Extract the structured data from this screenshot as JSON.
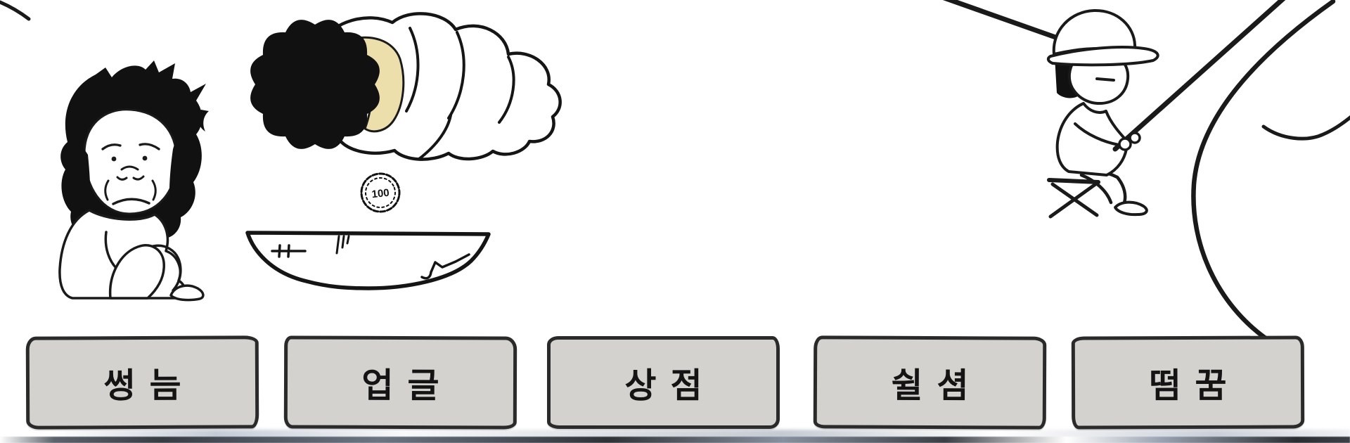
{
  "coin": {
    "label": "100"
  },
  "menu": {
    "buttons": [
      {
        "label": "썽늠"
      },
      {
        "label": "업글"
      },
      {
        "label": "상점"
      },
      {
        "label": "쉴셤"
      },
      {
        "label": "떰꿈"
      }
    ]
  },
  "illustrations": {
    "sleeping_person": "sleeping-person-wrapped-in-blanket-icon",
    "beggar": "sad-sitting-character-icon",
    "bowl": "begging-bowl-icon",
    "fisherman": "fisherman-on-folding-stool-icon",
    "coin": "coin-100-icon"
  },
  "colors": {
    "background": "#ffffff",
    "ink": "#1a1a1a",
    "button_fill": "#d3d2ce",
    "button_border": "#2a2a2a",
    "button_text": "#141414",
    "skin": "#ecdfab",
    "ground_dark": "#33373c",
    "ground_light": "#9aa3b1"
  }
}
